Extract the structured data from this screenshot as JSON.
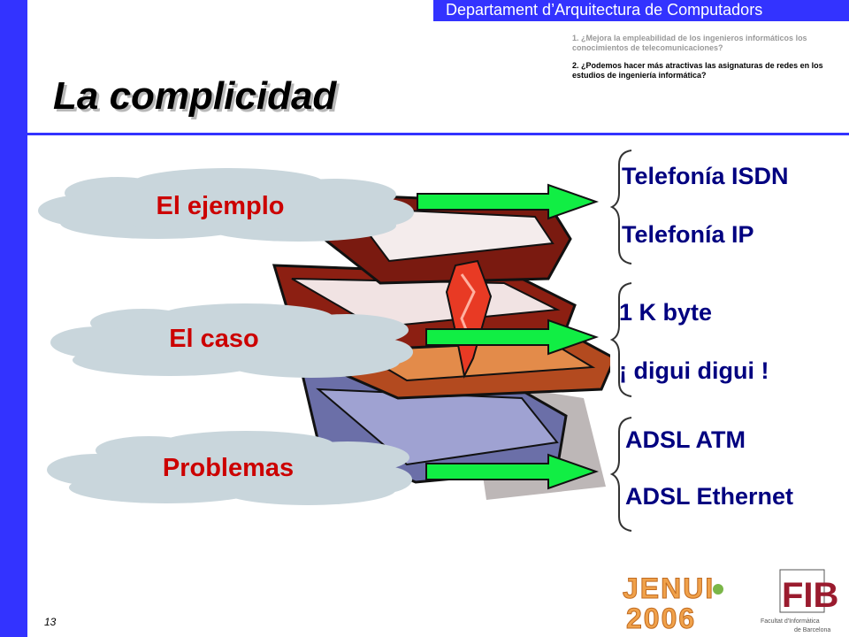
{
  "header": {
    "department": "Departament d’Arquitectura de Computadors"
  },
  "slide": {
    "title": "La complicidad",
    "page_number": "13"
  },
  "questions": [
    {
      "text": "1. ¿Mejora la empleabilidad de los ingenieros informáticos los conocimientos de telecomunicaciones?",
      "state": "faded"
    },
    {
      "text": "2. ¿Podemos hacer más atractivas las asignaturas de redes en los estudios de ingeniería informática?",
      "state": "active"
    }
  ],
  "clouds": [
    {
      "label": "El ejemplo"
    },
    {
      "label": "El caso"
    },
    {
      "label": "Problemas"
    }
  ],
  "groups": [
    {
      "items": [
        "Telefonía ISDN",
        "Telefonía IP"
      ]
    },
    {
      "items": [
        "1 K byte",
        "¡ digui digui !"
      ]
    },
    {
      "items": [
        "ADSL ATM",
        "ADSL Ethernet"
      ]
    }
  ],
  "logos": {
    "jenui_text": "JENUI 2006",
    "fib_text": "FIB",
    "fib_caption": "Facultat d'Informàtica de Barcelona"
  },
  "colors": {
    "accent_blue": "#3333ff",
    "cloud_fill": "#c9d6dc",
    "cloud_text": "#cc0000",
    "topic_text": "#000080",
    "arrow_fill": "#11ee44"
  }
}
